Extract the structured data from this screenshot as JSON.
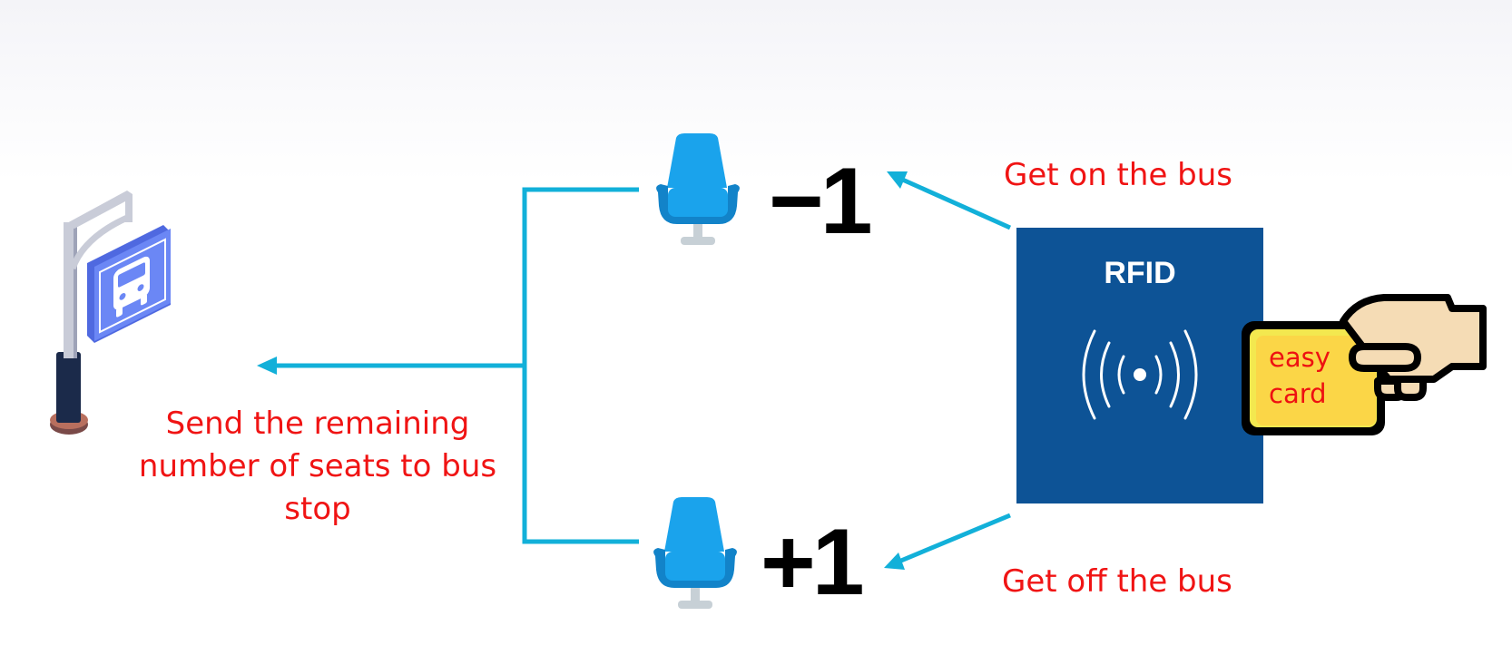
{
  "labels": {
    "get_on": "Get on the bus",
    "get_off": "Get off the bus",
    "send_remaining": "Send the remaining number of seats to bus stop"
  },
  "counters": {
    "minus": "−1",
    "plus": "+1"
  },
  "reader": {
    "title": "RFID"
  },
  "card": {
    "line1": "easy",
    "line2": "card"
  },
  "colors": {
    "arrow": "#12b0d9",
    "label": "#f01414",
    "reader": "#0d5396",
    "card": "#fbd647",
    "seat": "#1aa3ec",
    "bus_sign": "#6b87f5"
  },
  "icons": [
    "bus-stop-icon",
    "seat-icon",
    "rfid-waves-icon",
    "hand-icon"
  ]
}
